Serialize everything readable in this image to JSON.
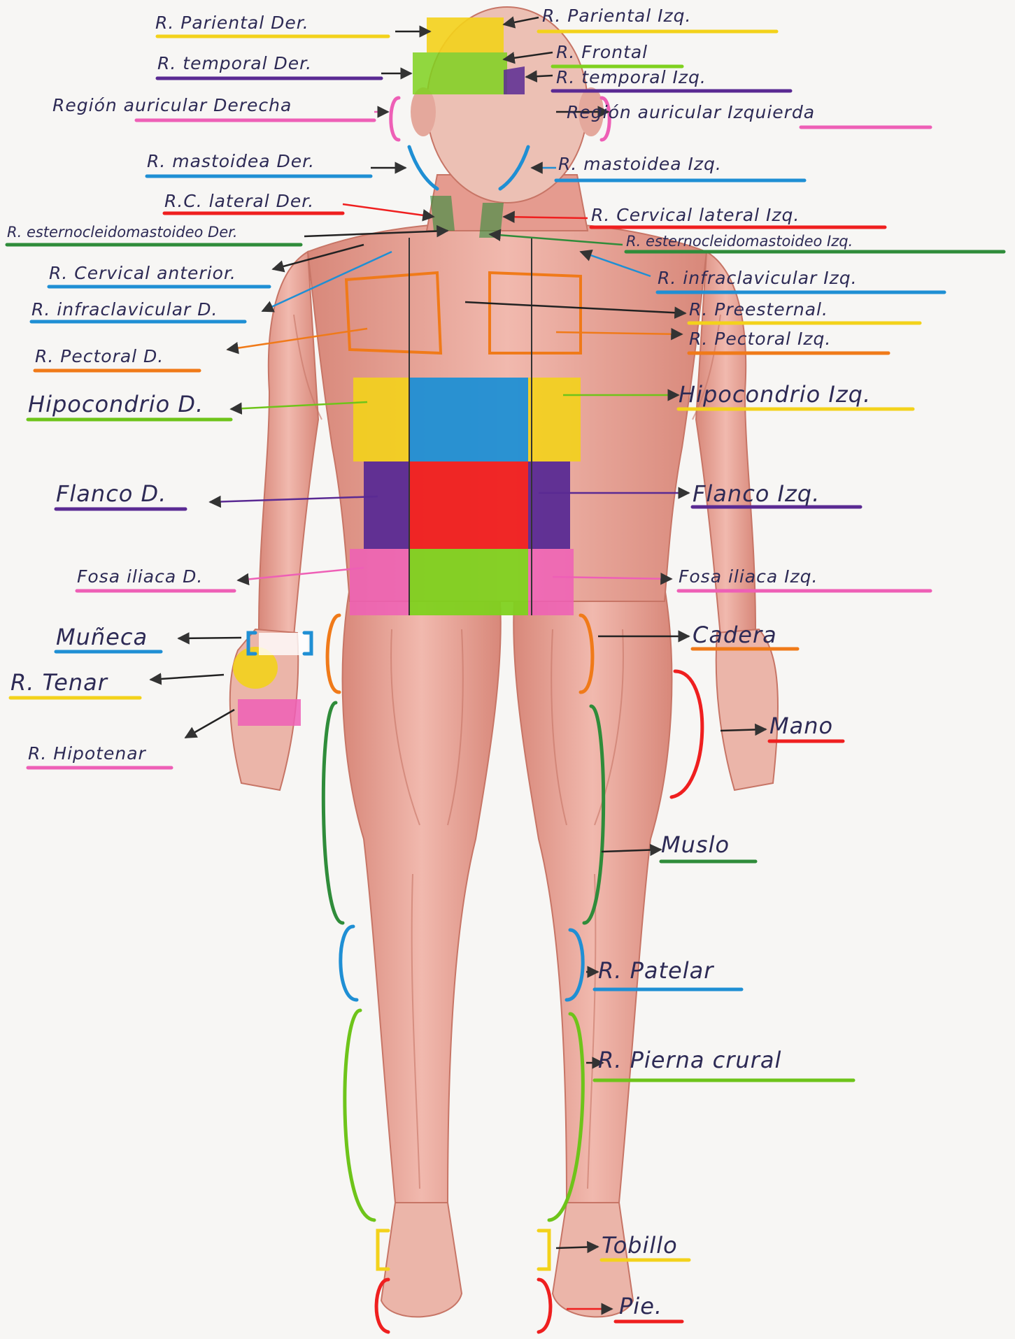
{
  "labels": {
    "parietal_der": "R. Pariental Der.",
    "parietal_izq": "R. Pariental Izq.",
    "frontal": "R. Frontal",
    "temporal_der": "R. temporal Der.",
    "temporal_izq": "R. temporal Izq.",
    "auricular_der": "Región auricular Derecha",
    "auricular_izq": "Región auricular Izquierda",
    "mastoidea_der": "R. mastoidea Der.",
    "mastoidea_izq": "R. mastoidea Izq.",
    "cervical_lat_der": "R.C. lateral Der.",
    "cervical_lat_izq": "R. Cervical lateral Izq.",
    "esterno_der": "R. esternocleidomastoideo Der.",
    "esterno_izq": "R. esternocleidomastoideo Izq.",
    "cervical_ant": "R. Cervical anterior.",
    "infraclavicular_der": "R. infraclavicular D.",
    "infraclavicular_izq": "R. infraclavicular Izq.",
    "preesternal": "R. Preesternal.",
    "pectoral_der": "R. Pectoral D.",
    "pectoral_izq": "R. Pectoral Izq.",
    "hipocondrio_der": "Hipocondrio D.",
    "hipocondrio_izq": "Hipocondrio Izq.",
    "flanco_der": "Flanco D.",
    "flanco_izq": "Flanco Izq.",
    "fosa_iliaca_der": "Fosa iliaca D.",
    "fosa_iliaca_izq": "Fosa iliaca Izq.",
    "muneca": "Muñeca",
    "cadera": "Cadera",
    "tenar": "R. Tenar",
    "hipotenar": "R. Hipotenar",
    "mano": "Mano",
    "muslo": "Muslo",
    "patelar": "R. Patelar",
    "pierna": "R. Pierna crural",
    "tobillo": "Tobillo",
    "pie": "Pie."
  },
  "colors": {
    "label_text": "#2d2a55",
    "skin": "#e9aaa0",
    "muscle": "#d9826f",
    "yellow": "#f3d21b",
    "blue": "#1f8fd4",
    "red": "#ef1f1f",
    "green": "#7fd11f",
    "purple": "#5a2a93",
    "pink": "#ee5fb6",
    "orange": "#f07a19",
    "dark_green": "#2f8c3a",
    "bright_green": "#6ec41a"
  }
}
